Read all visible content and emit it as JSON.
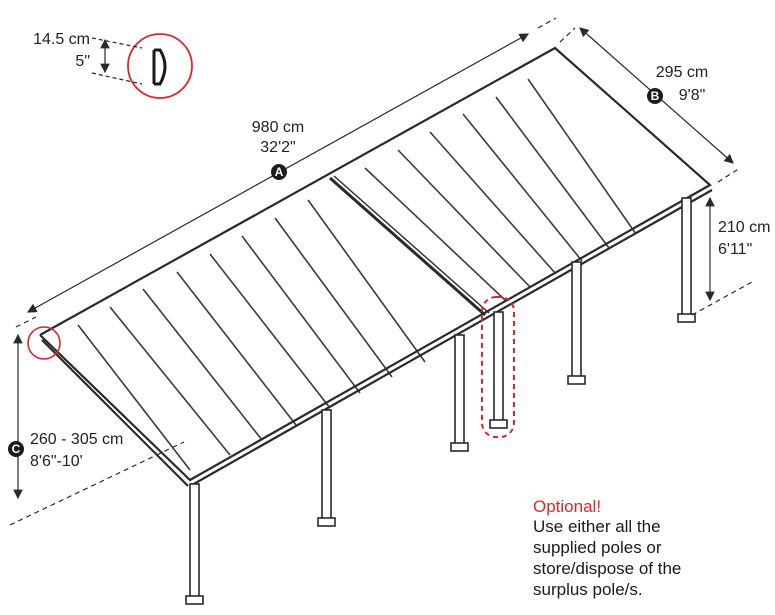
{
  "dimensions": {
    "gutter_height": {
      "metric": "14.5 cm",
      "imperial": "5\""
    },
    "length_A": {
      "letter": "A",
      "metric": "980 cm",
      "imperial": "32'2\""
    },
    "depth_B": {
      "letter": "B",
      "metric": "295 cm",
      "imperial": "9'8\""
    },
    "front_height": {
      "metric": "210 cm",
      "imperial": "6'11\""
    },
    "wall_height_C": {
      "letter": "C",
      "metric": "260 - 305 cm",
      "imperial": "8'6\"-10'"
    }
  },
  "note": {
    "title": "Optional!",
    "lines": [
      "Use either all the",
      "supplied poles or",
      "store/dispose of the",
      "surplus pole/s."
    ]
  },
  "colors": {
    "accent": "#e0242b",
    "line": "#2a2a2a",
    "badge": "#1c1c1c"
  }
}
